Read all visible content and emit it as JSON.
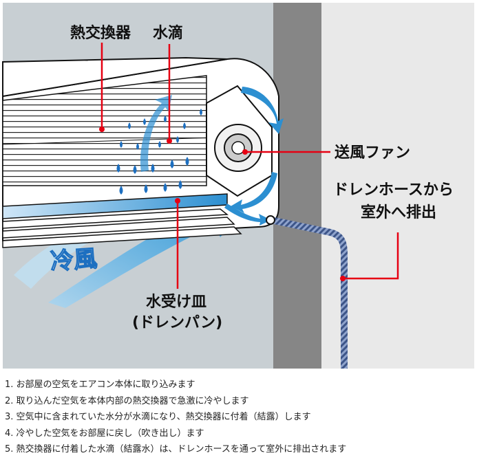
{
  "labels": {
    "heat_exchanger": "熱交換器",
    "water_drops": "水滴",
    "fan": "送風ファン",
    "drain_hose_line1": "ドレンホースから",
    "drain_hose_line2": "室外へ排出",
    "drain_pan_line1": "水受け皿",
    "drain_pan_line2": "(ドレンパン)",
    "cool_air": "冷風"
  },
  "steps": [
    "1. お部屋の空気をエアコン本体に取り込みます",
    "2. 取り込んだ空気を本体内部の熱交換器で急激に冷やします",
    "3. 空気中に含まれていた水分が水滴になり、熱交換器に付着（結露）します",
    "4. 冷やした空気をお部屋に戻し（吹き出し）ます",
    "5. 熱交換器に付着した水滴（結露水）は、ドレンホースを通って室外に排出されます"
  ],
  "colors": {
    "room_wall": "#c8cfd3",
    "wall_section": "#868686",
    "outdoor": "#e9e9e9",
    "leader_line": "#e60012",
    "airflow": "#2c8fd1",
    "water_drop": "#1d6fc0",
    "drain_hose": "#5a6f9e"
  }
}
